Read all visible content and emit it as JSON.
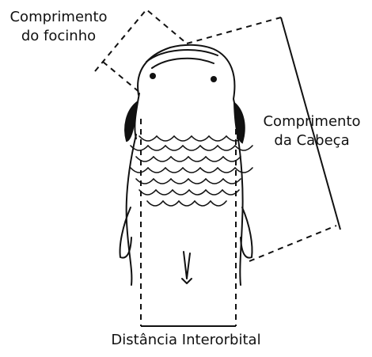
{
  "labels": {
    "snout_line1": "Comprimento",
    "snout_line2": "do focinho",
    "head_line1": "Comprimento",
    "head_line2": "da Cabeça",
    "interorbital": "Distância Interorbital"
  },
  "colors": {
    "ink": "#111111",
    "background": "#ffffff"
  }
}
